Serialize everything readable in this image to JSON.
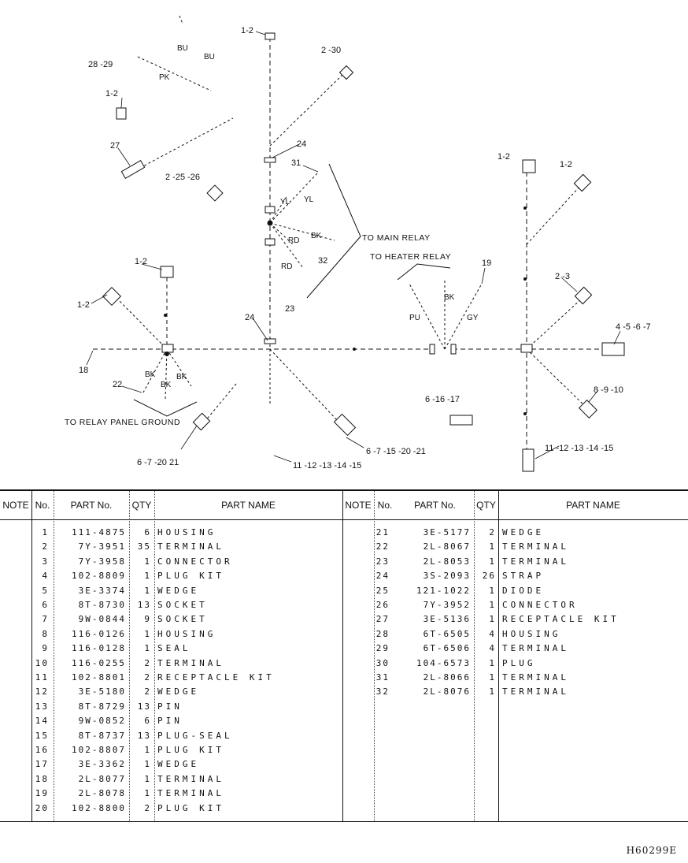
{
  "diagram": {
    "callouts": {
      "c1": "1-2",
      "c2": "2 -30",
      "c3": "28 -29",
      "c4": "1-2",
      "c5": "27",
      "c6": "2 -25 -26",
      "c7": "24",
      "c8": "31",
      "c9": "32",
      "c10": "23",
      "c11": "1-2",
      "c12": "1-2",
      "c13": "24",
      "c14": "18",
      "c15": "22",
      "c16": "6 -7 -20  21",
      "c17": "6 -7 -15 -20 -21",
      "c18": "11 -12 -13 -14 -15",
      "c19": "1-2",
      "c20": "1-2",
      "c21": "19",
      "c22": "2 -3",
      "c23": "4 -5 -6 -7",
      "c24": "8 -9 -10",
      "c25": "6 -16 -17",
      "c26": "11 -12 -13 -14 -15"
    },
    "wire_labels": {
      "bu1": "BU",
      "bu2": "BU",
      "pk": "PK",
      "yl1": "YL",
      "yl2": "YL",
      "rd1": "RD",
      "rd2": "RD",
      "bk1": "BK",
      "bk2": "BK",
      "bk3": "BK",
      "bk4": "BK",
      "bk5": "BK",
      "pu": "PU",
      "gy": "GY"
    },
    "notes": {
      "main_relay": "TO MAIN RELAY",
      "heater_relay": "TO HEATER RELAY",
      "relay_panel_ground": "TO RELAY PANEL GROUND"
    }
  },
  "table": {
    "headers": {
      "note": "NOTE",
      "no": "No.",
      "part_no": "PART No.",
      "qty": "QTY",
      "part_name": "PART NAME"
    },
    "left_rows": [
      {
        "no": "1",
        "part_no": "111-4875",
        "qty": "6",
        "name": "HOUSING"
      },
      {
        "no": "2",
        "part_no": "7Y-3951",
        "qty": "35",
        "name": "TERMINAL"
      },
      {
        "no": "3",
        "part_no": "7Y-3958",
        "qty": "1",
        "name": "CONNECTOR"
      },
      {
        "no": "4",
        "part_no": "102-8809",
        "qty": "1",
        "name": "PLUG KIT"
      },
      {
        "no": "5",
        "part_no": "3E-3374",
        "qty": "1",
        "name": "WEDGE"
      },
      {
        "no": "6",
        "part_no": "8T-8730",
        "qty": "13",
        "name": "SOCKET"
      },
      {
        "no": "7",
        "part_no": "9W-0844",
        "qty": "9",
        "name": "SOCKET"
      },
      {
        "no": "8",
        "part_no": "116-0126",
        "qty": "1",
        "name": "HOUSING"
      },
      {
        "no": "9",
        "part_no": "116-0128",
        "qty": "1",
        "name": "SEAL"
      },
      {
        "no": "10",
        "part_no": "116-0255",
        "qty": "2",
        "name": "TERMINAL"
      },
      {
        "no": "11",
        "part_no": "102-8801",
        "qty": "2",
        "name": "RECEPTACLE KIT"
      },
      {
        "no": "12",
        "part_no": "3E-5180",
        "qty": "2",
        "name": "WEDGE"
      },
      {
        "no": "13",
        "part_no": "8T-8729",
        "qty": "13",
        "name": "PIN"
      },
      {
        "no": "14",
        "part_no": "9W-0852",
        "qty": "6",
        "name": "PIN"
      },
      {
        "no": "15",
        "part_no": "8T-8737",
        "qty": "13",
        "name": "PLUG-SEAL"
      },
      {
        "no": "16",
        "part_no": "102-8807",
        "qty": "1",
        "name": "PLUG KIT"
      },
      {
        "no": "17",
        "part_no": "3E-3362",
        "qty": "1",
        "name": "WEDGE"
      },
      {
        "no": "18",
        "part_no": "2L-8077",
        "qty": "1",
        "name": "TERMINAL"
      },
      {
        "no": "19",
        "part_no": "2L-8078",
        "qty": "1",
        "name": "TERMINAL"
      },
      {
        "no": "20",
        "part_no": "102-8800",
        "qty": "2",
        "name": "PLUG KIT"
      }
    ],
    "right_rows": [
      {
        "no": "21",
        "part_no": "3E-5177",
        "qty": "2",
        "name": "WEDGE"
      },
      {
        "no": "22",
        "part_no": "2L-8067",
        "qty": "1",
        "name": "TERMINAL"
      },
      {
        "no": "23",
        "part_no": "2L-8053",
        "qty": "1",
        "name": "TERMINAL"
      },
      {
        "no": "24",
        "part_no": "3S-2093",
        "qty": "26",
        "name": "STRAP"
      },
      {
        "no": "25",
        "part_no": "121-1022",
        "qty": "1",
        "name": "DIODE"
      },
      {
        "no": "26",
        "part_no": "7Y-3952",
        "qty": "1",
        "name": "CONNECTOR"
      },
      {
        "no": "27",
        "part_no": "3E-5136",
        "qty": "1",
        "name": "RECEPTACLE KIT"
      },
      {
        "no": "28",
        "part_no": "6T-6505",
        "qty": "4",
        "name": "HOUSING"
      },
      {
        "no": "29",
        "part_no": "6T-6506",
        "qty": "4",
        "name": "TERMINAL"
      },
      {
        "no": "30",
        "part_no": "104-6573",
        "qty": "1",
        "name": "PLUG"
      },
      {
        "no": "31",
        "part_no": "2L-8066",
        "qty": "1",
        "name": "TERMINAL"
      },
      {
        "no": "32",
        "part_no": "2L-8076",
        "qty": "1",
        "name": "TERMINAL"
      }
    ]
  },
  "footer": {
    "drawing_id": "H60299E"
  }
}
